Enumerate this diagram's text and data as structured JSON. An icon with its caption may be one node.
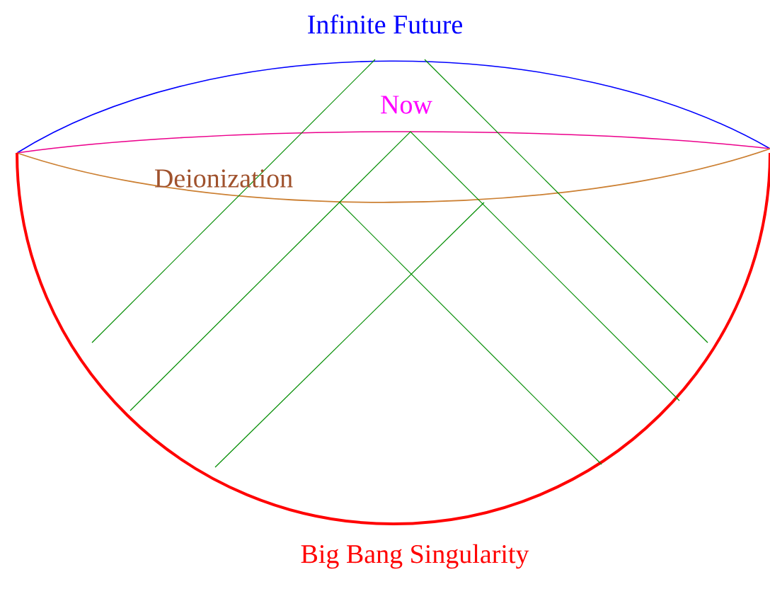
{
  "diagram": {
    "labels": [
      "Infinite Future",
      "Now",
      "Deionization",
      "Big Bang Singularity"
    ]
  }
}
